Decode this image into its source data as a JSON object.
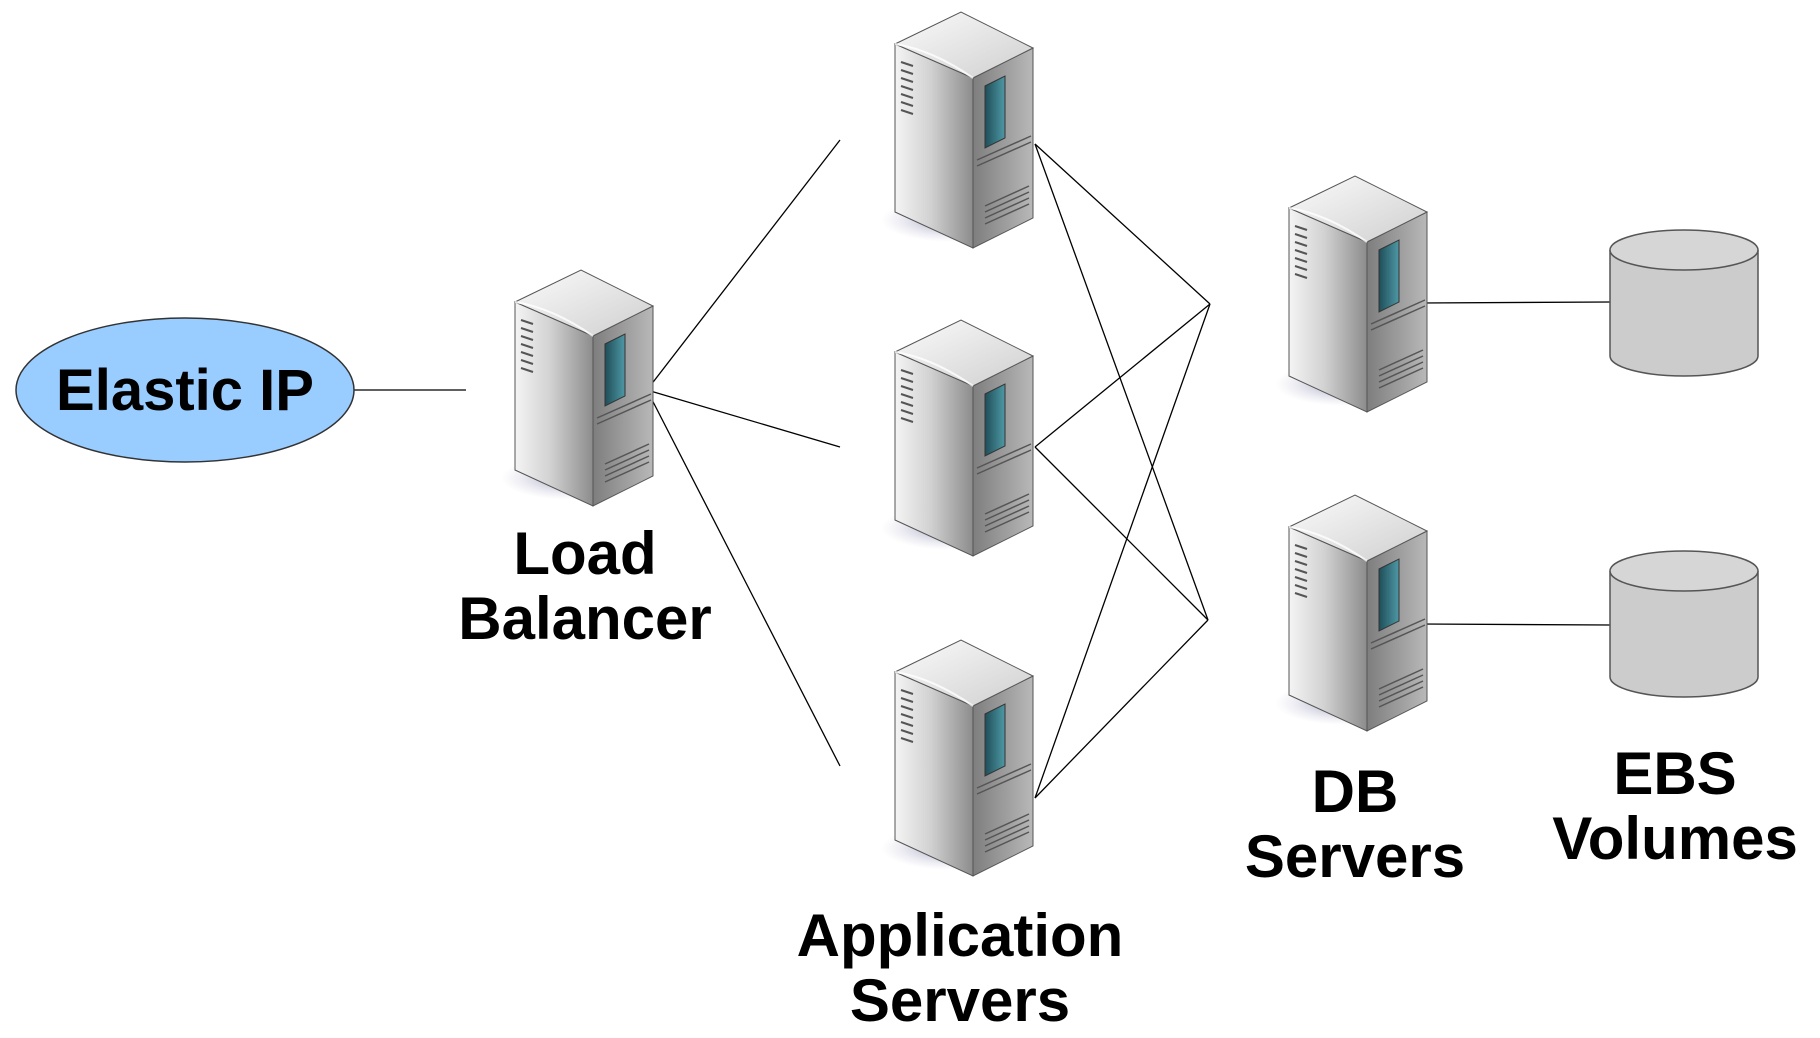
{
  "nodes": {
    "elastic_ip": {
      "label": "Elastic IP",
      "fill": "#99ccff"
    },
    "load_balancer": {
      "label_line1": "Load",
      "label_line2": "Balancer"
    },
    "application_servers": {
      "label_line1": "Application",
      "label_line2": "Servers",
      "count": 3
    },
    "db_servers": {
      "label_line1": "DB",
      "label_line2": "Servers",
      "count": 2
    },
    "ebs_volumes": {
      "label_line1": "EBS",
      "label_line2": "Volumes",
      "count": 2
    }
  },
  "connections": [
    {
      "from": "Elastic IP",
      "to": "Load Balancer"
    },
    {
      "from": "Load Balancer",
      "to": "Application Server 1"
    },
    {
      "from": "Load Balancer",
      "to": "Application Server 2"
    },
    {
      "from": "Load Balancer",
      "to": "Application Server 3"
    },
    {
      "from": "Application Server 1",
      "to": "DB Server 1"
    },
    {
      "from": "Application Server 1",
      "to": "DB Server 2"
    },
    {
      "from": "Application Server 2",
      "to": "DB Server 1"
    },
    {
      "from": "Application Server 2",
      "to": "DB Server 2"
    },
    {
      "from": "Application Server 3",
      "to": "DB Server 1"
    },
    {
      "from": "Application Server 3",
      "to": "DB Server 2"
    },
    {
      "from": "DB Server 1",
      "to": "EBS Volume 1"
    },
    {
      "from": "DB Server 2",
      "to": "EBS Volume 2"
    }
  ],
  "colors": {
    "server_body": "#c8c8c8",
    "server_side": "#9a9a9a",
    "server_window": "#2f6f7a",
    "shadow": "#b4b4c8",
    "volume_fill": "#cccccc",
    "ellipse_fill": "#99ccff",
    "line": "#000000"
  }
}
